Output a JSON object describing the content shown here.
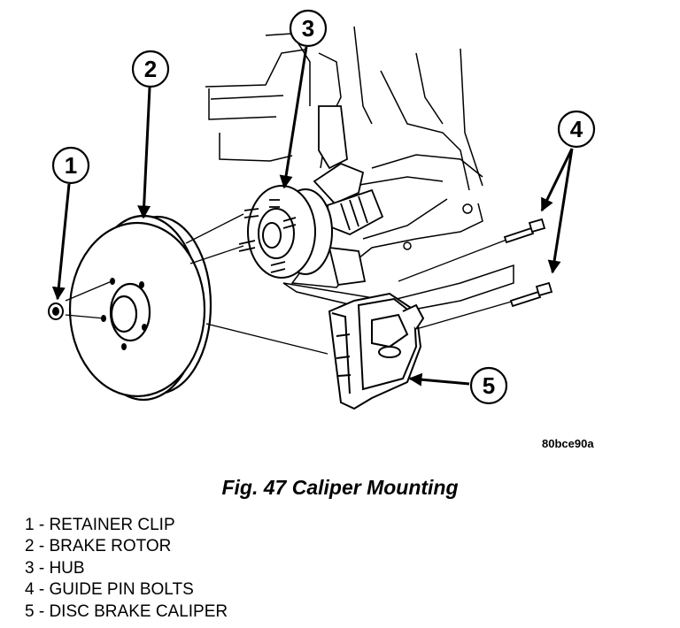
{
  "diagram": {
    "callouts": [
      {
        "number": "1",
        "part": "RETAINER CLIP"
      },
      {
        "number": "2",
        "part": "BRAKE ROTOR"
      },
      {
        "number": "3",
        "part": "HUB"
      },
      {
        "number": "4",
        "part": "GUIDE PIN BOLTS"
      },
      {
        "number": "5",
        "part": "DISC BRAKE CALIPER"
      }
    ],
    "figure_code": "80bce90a"
  },
  "caption": "Fig. 47 Caliper Mounting",
  "legend": [
    "1 - RETAINER CLIP",
    "2 - BRAKE ROTOR",
    "3 - HUB",
    "4 - GUIDE PIN BOLTS",
    "5 - DISC BRAKE CALIPER"
  ]
}
